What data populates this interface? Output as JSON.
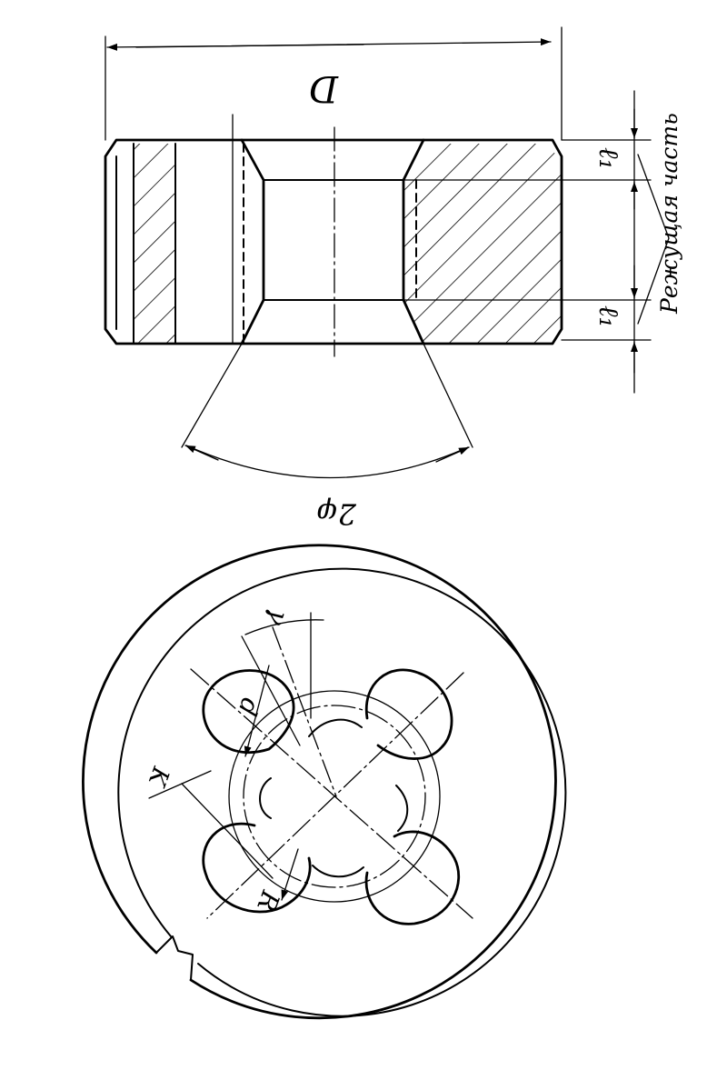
{
  "labels": {
    "diameter": "D",
    "cutting_part": "Режущая часть",
    "chamfer_top": "ℓ₁",
    "chamfer_bottom": "ℓ₁",
    "angle": "2φ",
    "angle_gamma": "γ",
    "hole_diameter": "d",
    "land": "K",
    "radius": "R"
  }
}
